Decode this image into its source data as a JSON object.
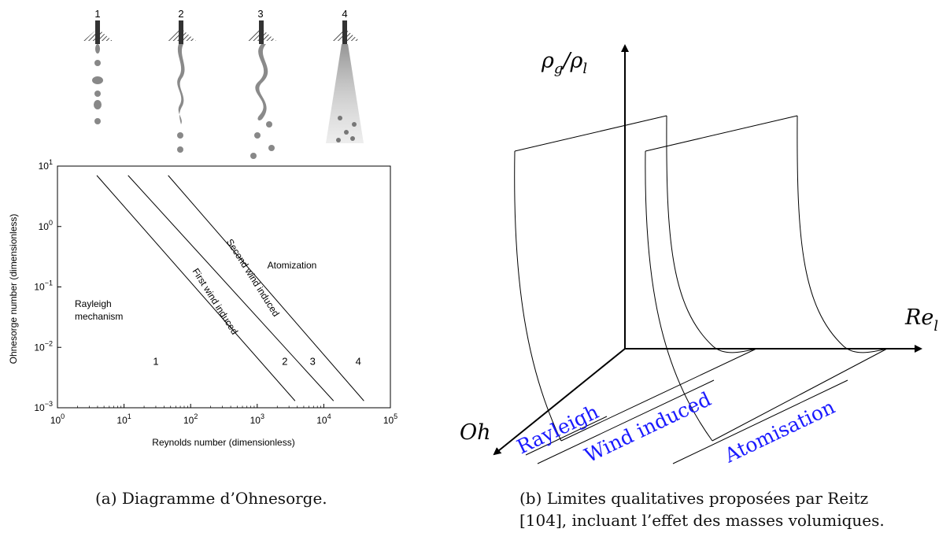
{
  "left_panel": {
    "jet_numbers": [
      "1",
      "2",
      "3",
      "4"
    ],
    "chart_data": {
      "type": "line",
      "xlabel": "Reynolds number (dimensionless)",
      "ylabel": "Ohnesorge number (dimensionless)",
      "x_scale": "log",
      "y_scale": "log",
      "xlim": [
        1,
        100000
      ],
      "ylim": [
        0.001,
        10
      ],
      "x_ticks": [
        {
          "value": 1,
          "base": "10",
          "exp": "0"
        },
        {
          "value": 10,
          "base": "10",
          "exp": "1"
        },
        {
          "value": 100,
          "base": "10",
          "exp": "2"
        },
        {
          "value": 1000,
          "base": "10",
          "exp": "3"
        },
        {
          "value": 10000,
          "base": "10",
          "exp": "4"
        },
        {
          "value": 100000,
          "base": "10",
          "exp": "5"
        }
      ],
      "y_ticks": [
        {
          "value": 10,
          "base": "10",
          "exp": "1"
        },
        {
          "value": 1,
          "base": "10",
          "exp": "0"
        },
        {
          "value": 0.1,
          "base": "10",
          "exp": "−1"
        },
        {
          "value": 0.01,
          "base": "10",
          "exp": "−2"
        },
        {
          "value": 0.001,
          "base": "10",
          "exp": "−3"
        }
      ],
      "series": [
        {
          "points": [
            [
              3.9,
              7.0
            ],
            [
              3700,
              0.0013
            ]
          ]
        },
        {
          "points": [
            [
              11.5,
              7.0
            ],
            [
              14000,
              0.0013
            ]
          ]
        },
        {
          "points": [
            [
              46,
              7.0
            ],
            [
              40000,
              0.0013
            ]
          ]
        }
      ],
      "region_labels": {
        "rayleigh": [
          "Rayleigh",
          "mechanism"
        ],
        "first_wind": "First wind induced",
        "second_wind": "Second wind induced",
        "atomization": "Atomization"
      },
      "region_numbers": [
        {
          "text": "1",
          "x": 30,
          "y": 0.0058
        },
        {
          "text": "2",
          "x": 2600,
          "y": 0.0058
        },
        {
          "text": "3",
          "x": 6800,
          "y": 0.0058
        },
        {
          "text": "4",
          "x": 33000,
          "y": 0.0058
        }
      ]
    }
  },
  "right_panel": {
    "axis_y_label": {
      "base": "ρ",
      "sub1": "g",
      "slash": "/",
      "base2": "ρ",
      "sub2": "l"
    },
    "axis_x_label": {
      "base": "Re",
      "sub": "l"
    },
    "axis_z_label": "Oh",
    "regimes": [
      "Rayleigh",
      "Wind induced",
      "Atomisation"
    ],
    "regime_color": "#1a1aff"
  },
  "captions": {
    "a": "(a) Diagramme d’Ohnesorge.",
    "b_line1": "(b) Limites qualitatives proposées par Reitz",
    "b_line2": "[104], incluant l’effet des masses volumiques."
  }
}
